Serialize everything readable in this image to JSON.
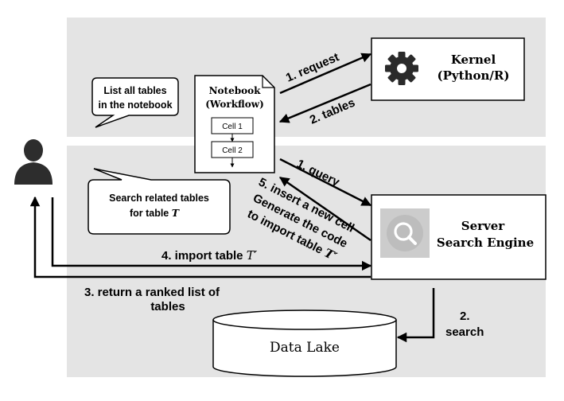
{
  "kernel": {
    "title": "Kernel",
    "subtitle": "(Python/R)"
  },
  "notebook": {
    "title": "Notebook",
    "subtitle": "(Workflow)",
    "cell1": "Cell 1",
    "cell2": "Cell 2"
  },
  "server": {
    "line1": "Server",
    "line2": "Search Engine"
  },
  "data_lake": {
    "label": "Data Lake"
  },
  "bubbles": {
    "list_tables": {
      "line1": "List all tables",
      "line2": "in the notebook"
    },
    "search_related": {
      "line1": "Search related tables",
      "line2_prefix": "for table ",
      "line2_var": "T"
    }
  },
  "arrows": {
    "request": "1. request",
    "tables": "2. tables",
    "query": "1. query",
    "insert_cell": "5. insert a new cell",
    "generate_line1": "Generate the code",
    "generate_line2_prefix": "to import table ",
    "generate_var": "T′",
    "import_table_prefix": "4. import table ",
    "import_table_var": "T′",
    "return_line1": "3. return a ranked list of",
    "return_line2": "tables",
    "search_line1": "2.",
    "search_line2": "search"
  },
  "icons": {
    "kernel": "gear-icon",
    "server": "magnifier-icon",
    "user": "user-icon"
  },
  "colors": {
    "panel": "#e4e4e4",
    "line": "#000000",
    "icon_gray": "#cccccc"
  }
}
